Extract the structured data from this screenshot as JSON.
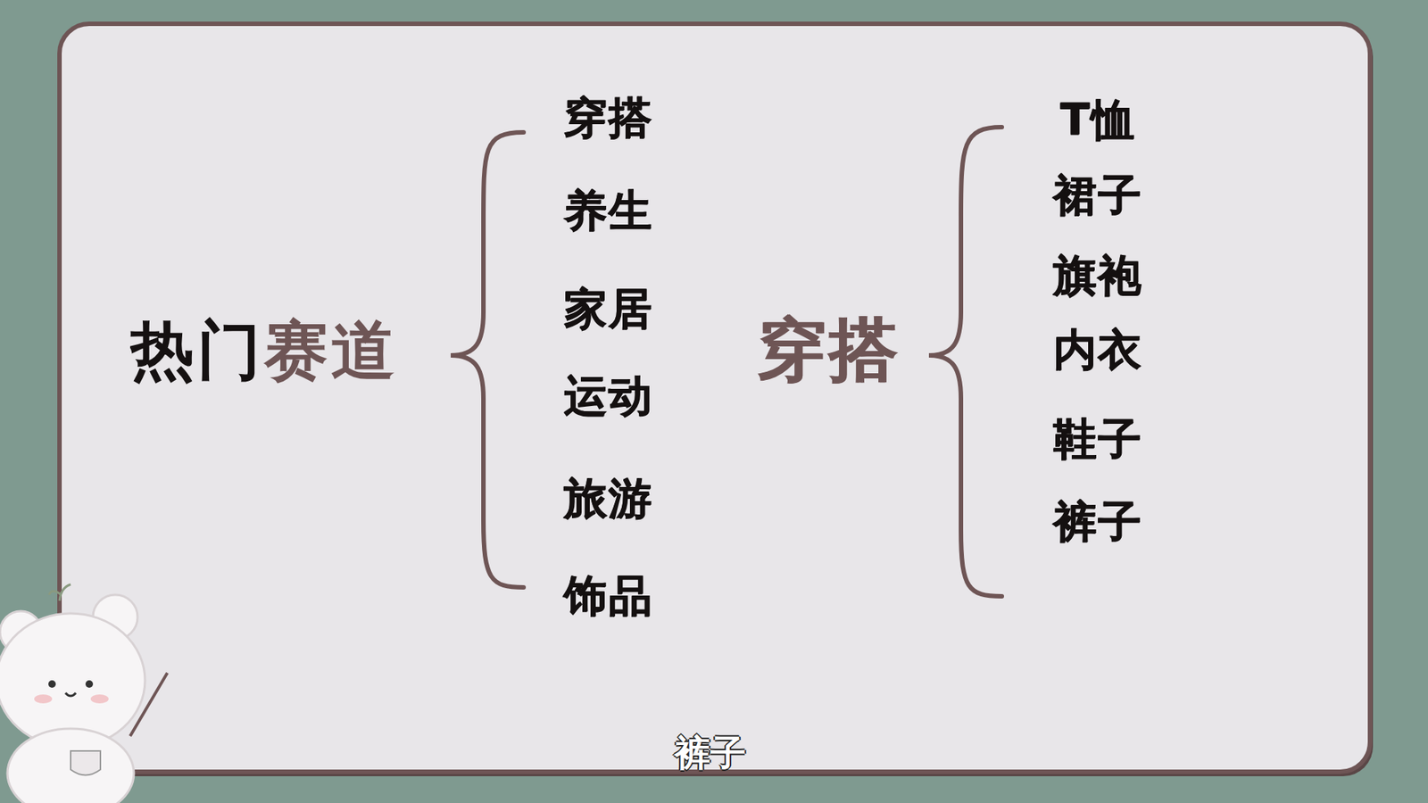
{
  "diagram": {
    "title": "热门赛道",
    "labels": [
      "穿搭",
      "养生",
      "家居",
      "运动",
      "旅游",
      "饰品",
      "穿搭",
      "T恤",
      "裙子",
      "旗袍",
      "内衣",
      "鞋子",
      "裤子",
      "裤子"
    ]
  }
}
